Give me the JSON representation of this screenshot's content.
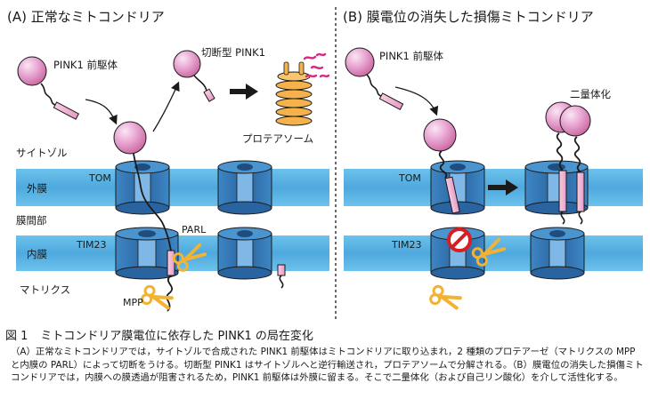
{
  "panel_a": {
    "title": "(A) 正常なミトコンドリア",
    "pink1_precursor": "PINK1 前駆体",
    "cleaved_pink1": "切断型 PINK1",
    "proteasome": "プロテアソーム",
    "parl": "PARL",
    "mpp": "MPP"
  },
  "panel_b": {
    "title": "(B) 膜電位の消失した損傷ミトコンドリア",
    "pink1_precursor": "PINK1 前駆体",
    "dimerization": "二量体化"
  },
  "regions": {
    "cytosol": "サイトゾル",
    "outer_membrane": "外膜",
    "intermembrane_space": "膜間部",
    "inner_membrane": "内膜",
    "matrix": "マトリクス"
  },
  "complexes": {
    "tom": "TOM",
    "tim23": "TIM23"
  },
  "caption": {
    "figure_number": "図 1",
    "title": "ミトコンドリア膜電位に依存した PINK1 の局在変化",
    "text": "（A）正常なミトコンドリアでは，サイトゾルで合成された PINK1 前駆体はミトコンドリアに取り込まれ，2 種類のプロテアーゼ（マトリクスの MPP と内膜の PARL）によって切断をうける。切断型 PINK1 はサイトゾルへと逆行輸送され，プロテアソームで分解される。（B）膜電位の消失した損傷ミトコンドリアでは，内膜への膜透過が阻害されるため，PINK1 前駆体は外膜に留まる。そこで二量体化（および自己リン酸化）を介して活性化する。"
  },
  "colors": {
    "membrane": "#56b4e3",
    "channel": "#2f6aa6",
    "pink1_sphere": "#e6a3d2",
    "pink1_rod": "#f2b5d6",
    "scissors": "#f2b233",
    "proteasome": "#f5b24a",
    "peptide_fragments": "#d6287c",
    "inhibit_sign": "#d81e25"
  }
}
